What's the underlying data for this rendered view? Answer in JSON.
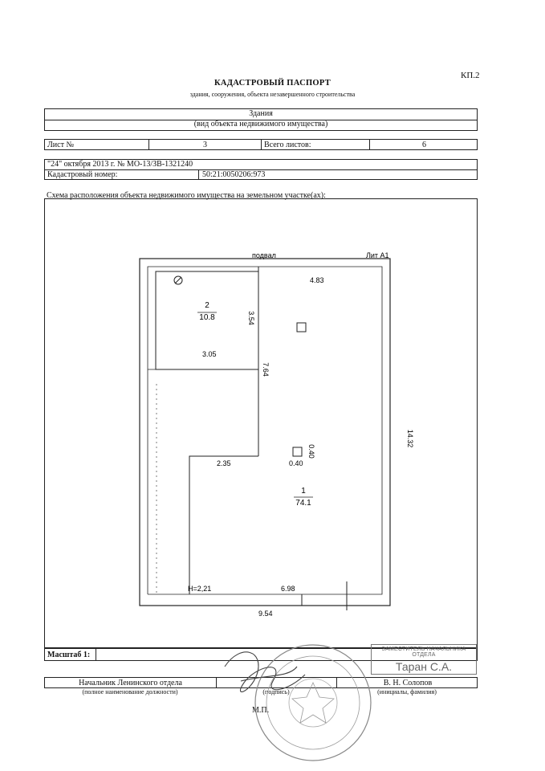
{
  "header": {
    "code": "КП.2",
    "title": "КАДАСТРОВЫЙ ПАСПОРТ",
    "subtitle": "здания, сооружения, объекта незавершенного строительства"
  },
  "object": {
    "type": "Здания",
    "type_caption": "(вид объекта недвижимого имущества)"
  },
  "sheet": {
    "sheet_label": "Лист №",
    "sheet_number": "3",
    "total_label": "Всего листов:",
    "total_number": "6"
  },
  "document": {
    "date_number": "\"24\" октября 2013 г. № МО-13/ЗВ-1321240",
    "cadastral_label": "Кадастровый номер:",
    "cadastral_number": "50:21:0050206:973"
  },
  "scheme": {
    "caption": "Схема расположения объекта недвижимого имущества на земельном участке(ах):",
    "floor_label": "подвал",
    "lit_label": "Лит А1",
    "dims": {
      "top_right": "4.83",
      "small_room_height": "3.54",
      "small_room_width": "3.05",
      "left_vertical": "7.64",
      "right_vertical": "14.32",
      "step_width": "2.35",
      "column_w": "0.40",
      "column_h": "0.40",
      "bottom_inner": "6.98",
      "height_label": "Н=2,21",
      "bottom_total": "9.54"
    },
    "rooms": [
      {
        "number": "2",
        "area": "10.8"
      },
      {
        "number": "1",
        "area": "74.1"
      }
    ]
  },
  "footer": {
    "scale_label": "Масштаб 1:",
    "scale_value": "",
    "position": "Начальник Ленинского отдела",
    "position_caption": "(полное наименование должности)",
    "signature_caption": "(подпись)",
    "name": "В. Н. Солопов",
    "name_caption": "(инициалы, фамилия)",
    "mp": "М.П.",
    "stamp_title": "ЗАМЕСТИТЕЛЬ НАЧАЛЬНИКА ОТДЕЛА",
    "stamp_name": "Таран С.А."
  },
  "colors": {
    "ink": "#111111",
    "stamp": "#666666"
  }
}
